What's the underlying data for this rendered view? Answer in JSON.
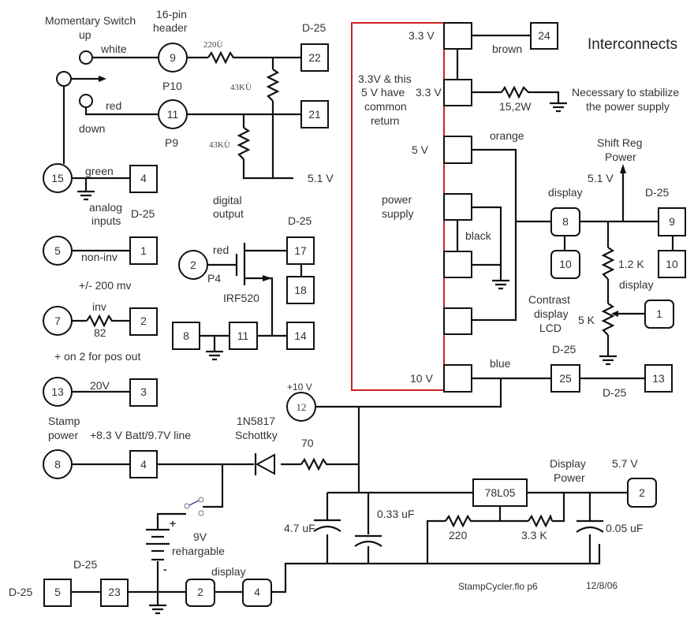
{
  "title": "Interconnects",
  "footer": {
    "file": "StampCycler.flo p6",
    "date": "12/8/06"
  },
  "colors": {
    "psu_border": "#cc2222",
    "wire": "#111111",
    "text": "#333333",
    "switch_accent": "#4444aa"
  },
  "labels": {
    "momentary_switch": "Momentary Switch",
    "up": "up",
    "down": "down",
    "header_16pin_l1": "16-pin",
    "header_16pin_l2": "header",
    "white": "white",
    "red": "red",
    "green": "green",
    "p10": "P10",
    "p9": "P9",
    "r220": "220Ù",
    "r43k_a": "43KÙ",
    "r43k_b": "43KÙ",
    "v51_top": "5.1 V",
    "d25_top": "D-25",
    "analog_l1": "analog",
    "analog_l2": "inputs",
    "d25_analog": "D-25",
    "non_inv": "non-inv",
    "pm200": "+/- 200 mv",
    "inv": "inv",
    "r82": "82",
    "pos_out": "+ on 2 for pos out",
    "v20": "20V",
    "digital_l1": "digital",
    "digital_l2": "output",
    "d25_digital": "D-25",
    "red_fet": "red",
    "p4": "P4",
    "irf520": "IRF520",
    "v10_pin": "+10 V",
    "stamp_l1": "Stamp",
    "stamp_l2": "power",
    "batt_line": "+8.3 V Batt/9.7V line",
    "diode_l1": "1N5817",
    "diode_l2": "Schottky",
    "r70": "70",
    "batt_l1": "9V",
    "batt_l2": "rehargable",
    "plus": "+",
    "minus": "-",
    "d25_bottom_a": "D-25",
    "d25_bottom_b": "D-25",
    "display_bottom": "display",
    "c47": "4.7 uF",
    "c033": "0.33 uF",
    "reg": "78L05",
    "r220b": "220",
    "r33k": "3.3 K",
    "c005": "0.05 uF",
    "disp_pwr_l1": "Display",
    "disp_pwr_l2": "Power",
    "v57": "5.7 V",
    "psu_33a": "3.3 V",
    "psu_33b": "3.3 V",
    "psu_5": "5 V",
    "psu_10": "10 V",
    "psu_note_l1": "3.3V & this",
    "psu_note_l2": "5 V have",
    "psu_note_l3": "common",
    "psu_note_l4": "return",
    "psu_name_l1": "power",
    "psu_name_l2": "supply",
    "brown": "brown",
    "r15": "15,2W",
    "stab_l1": "Necessary to stabilize",
    "stab_l2": "the power supply",
    "orange": "orange",
    "black": "black",
    "blue": "blue",
    "shift_l1": "Shift Reg",
    "shift_l2": "Power",
    "v51_shift": "5.1 V",
    "display_mid": "display",
    "d25_right": "D-25",
    "r12k": "1.2 K",
    "display_r": "display",
    "contrast_l1": "Contrast",
    "contrast_l2": "display",
    "contrast_l3": "LCD",
    "pot5k": "5 K",
    "d25_blue_a": "D-25",
    "d25_blue_b": "D-25"
  },
  "pins": {
    "p9": "9",
    "p11": "11",
    "p15": "15",
    "p5": "5",
    "p7": "7",
    "p13": "13",
    "p2fet": "2",
    "p12": "12",
    "p8stamp": "8"
  },
  "boxes": {
    "b22": "22",
    "b21": "21",
    "b4a": "4",
    "b1": "1",
    "b2": "2",
    "b3": "3",
    "b17": "17",
    "b18": "18",
    "b8": "8",
    "b11": "11",
    "b14": "14",
    "b4stamp": "4",
    "b5": "5",
    "b23": "23",
    "d2": "2",
    "d4": "4",
    "b24": "24",
    "d8": "8",
    "d10a": "10",
    "b9": "9",
    "b10b": "10",
    "d1": "1",
    "b25": "25",
    "b13": "13",
    "d2pwr": "2"
  }
}
